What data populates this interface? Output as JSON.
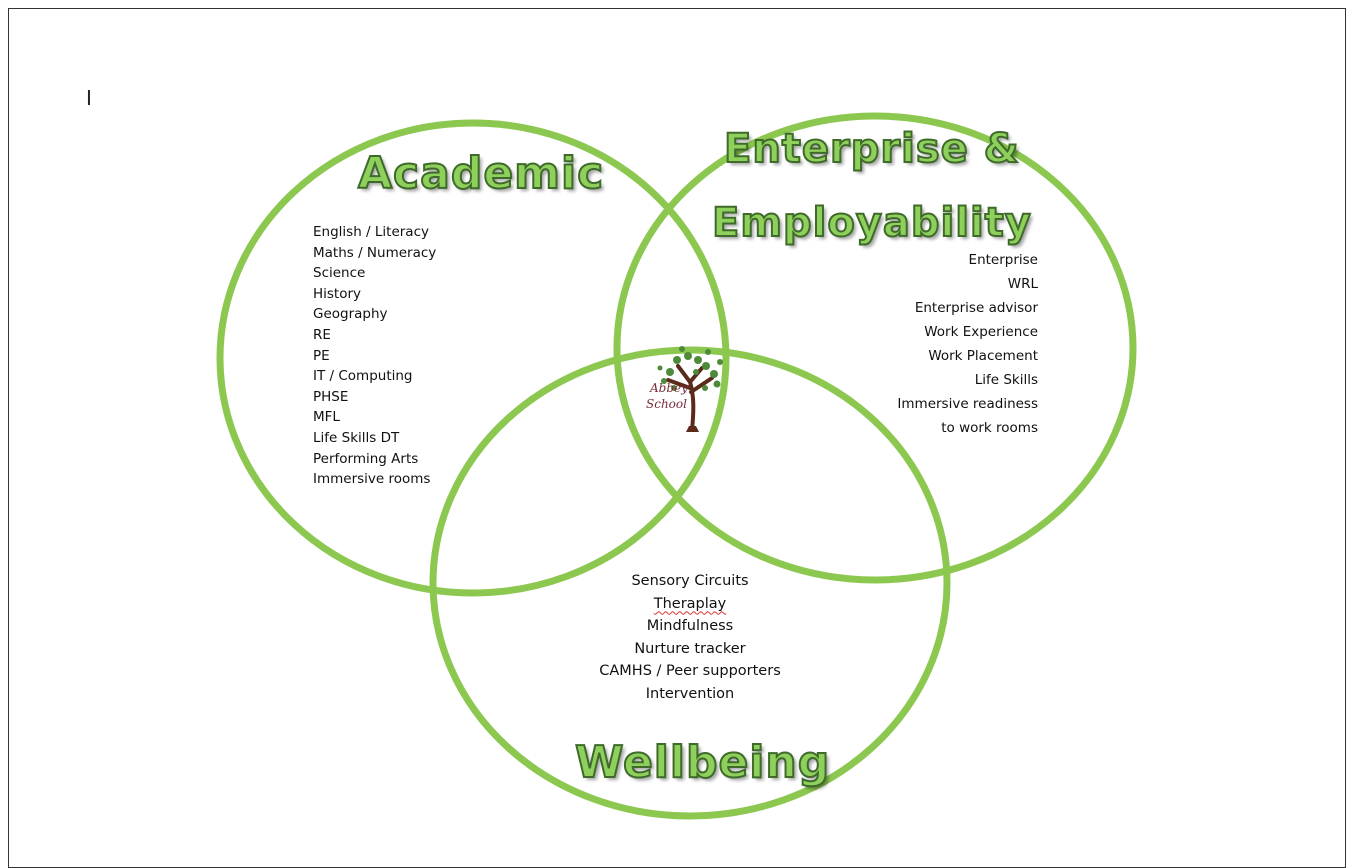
{
  "marker": "I",
  "headings": {
    "academic": "Academic",
    "enterprise_line1": "Enterprise &",
    "enterprise_line2": "Employability",
    "wellbeing": "Wellbeing"
  },
  "academic_items": [
    "English / Literacy",
    "Maths / Numeracy",
    "Science",
    "History",
    "Geography",
    "RE",
    "PE",
    "IT / Computing",
    "PHSE",
    "MFL",
    "Life Skills DT",
    "Performing Arts",
    "Immersive rooms"
  ],
  "enterprise_items": [
    "Enterprise",
    "WRL",
    "Enterprise advisor",
    "Work Experience",
    "Work Placement",
    "Life Skills",
    "Immersive readiness",
    "to work rooms"
  ],
  "wellbeing_items": [
    "Sensory Circuits",
    "Theraplay",
    "Mindfulness",
    "Nurture tracker",
    "CAMHS / Peer supporters",
    "Intervention"
  ],
  "logo": {
    "line1": "Abbey",
    "line2": "School"
  },
  "colors": {
    "circle": "#8cc850",
    "heading_fill": "#8fcf5c",
    "heading_outline": "#3e6a2a",
    "tree_trunk": "#5a2a1a",
    "leaves": "#4d8a3a"
  }
}
